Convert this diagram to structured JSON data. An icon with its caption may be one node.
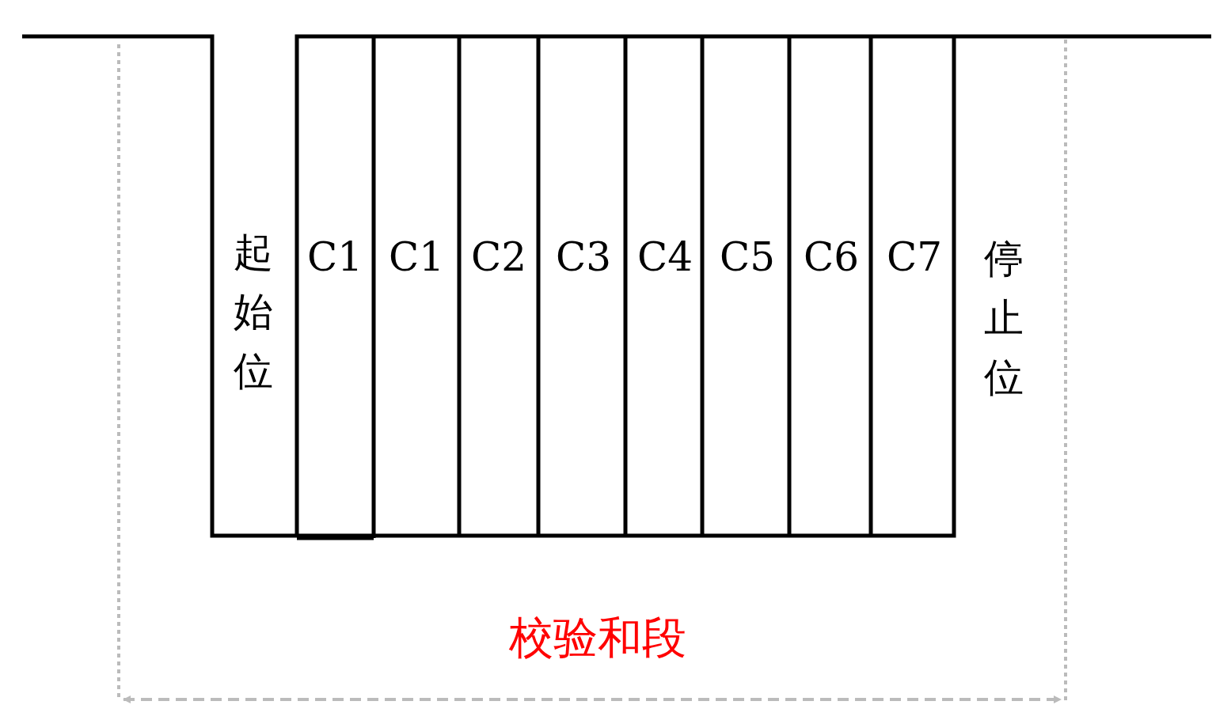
{
  "diagram": {
    "labels": [
      "起始位",
      "C1",
      "C1",
      "C2",
      "C3",
      "C4",
      "C5",
      "C6",
      "C7",
      "停止位",
      "校验和段"
    ]
  }
}
